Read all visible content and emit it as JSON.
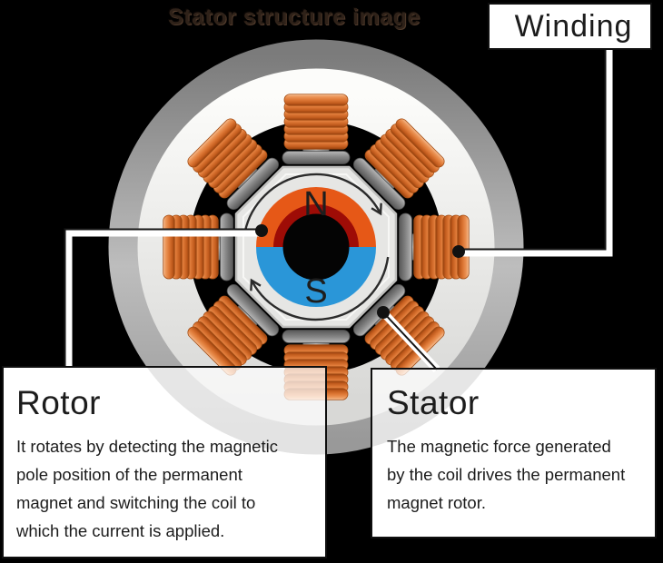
{
  "title": "Stator structure image",
  "magnet": {
    "north": "N",
    "south": "S"
  },
  "labels": {
    "winding": {
      "title": "Winding"
    },
    "rotor": {
      "title": "Rotor",
      "description": "It rotates by detecting the magnetic\npole position of the permanent\nmagnet and switching the coil to\nwhich the current is applied."
    },
    "stator": {
      "title": "Stator",
      "description": "The magnetic force generated\nby the coil drives the permanent\nmagnet rotor."
    }
  },
  "colors": {
    "background": "#000000",
    "coil_copper": "#de7836",
    "coil_highlight": "#f7c29a",
    "coil_shadow": "#93400e",
    "magnet_north": "#e65817",
    "magnet_north_inner_shadow": "#9e0c06",
    "magnet_south": "#2a96d8",
    "steel_ring_dark": "#7d7d7d",
    "steel_ring_light": "#c9c9c9",
    "yoke_white": "#f4f4f2",
    "rotor_body_gray": "#e6e6e4",
    "pole_shoe_gray": "#6e6e6e",
    "rotation_arrow": "#2b2b2b",
    "callout_line_core": "#161616",
    "callout_line_casing": "#ffffff",
    "box_background": "#ffffff",
    "box_border": "#0f0f0f",
    "text": "#1c1c1c",
    "title_text": "#2f2219"
  }
}
